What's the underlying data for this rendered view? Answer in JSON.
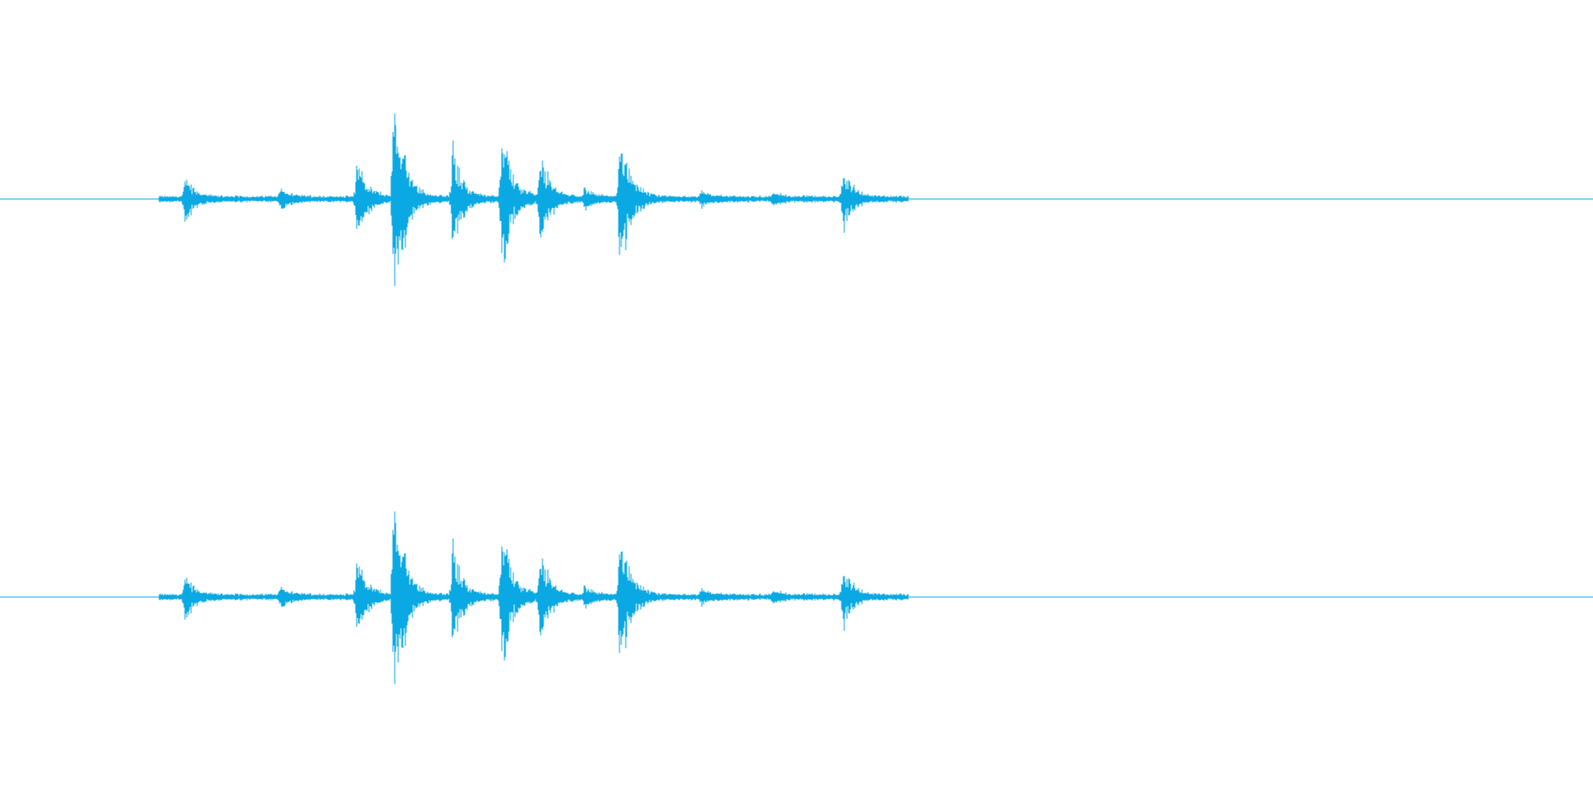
{
  "waveform": {
    "color": "#0aa9e3",
    "channels": [
      {
        "events": [
          {
            "t": 0.116,
            "amp": 0.17
          },
          {
            "t": 0.176,
            "amp": 0.07
          },
          {
            "t": 0.224,
            "amp": 0.33
          },
          {
            "t": 0.247,
            "amp": 1.0
          },
          {
            "t": 0.284,
            "amp": 0.42
          },
          {
            "t": 0.315,
            "amp": 0.61
          },
          {
            "t": 0.339,
            "amp": 0.36
          },
          {
            "t": 0.367,
            "amp": 0.09
          },
          {
            "t": 0.389,
            "amp": 0.68
          },
          {
            "t": 0.44,
            "amp": 0.05
          },
          {
            "t": 0.485,
            "amp": 0.04
          },
          {
            "t": 0.529,
            "amp": 0.24
          }
        ]
      },
      {
        "events": [
          {
            "t": 0.116,
            "amp": 0.17
          },
          {
            "t": 0.176,
            "amp": 0.07
          },
          {
            "t": 0.224,
            "amp": 0.33
          },
          {
            "t": 0.247,
            "amp": 1.0
          },
          {
            "t": 0.284,
            "amp": 0.42
          },
          {
            "t": 0.315,
            "amp": 0.61
          },
          {
            "t": 0.339,
            "amp": 0.36
          },
          {
            "t": 0.367,
            "amp": 0.09
          },
          {
            "t": 0.389,
            "amp": 0.68
          },
          {
            "t": 0.44,
            "amp": 0.05
          },
          {
            "t": 0.485,
            "amp": 0.04
          },
          {
            "t": 0.529,
            "amp": 0.24
          }
        ]
      }
    ],
    "activeRange": [
      0.1,
      0.57
    ]
  }
}
